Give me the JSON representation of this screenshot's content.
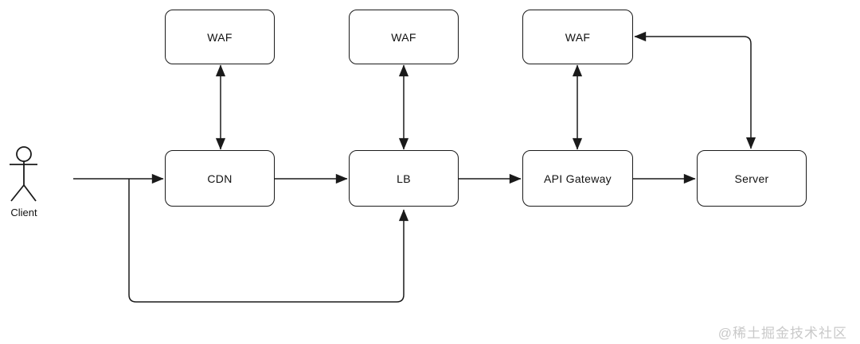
{
  "diagram": {
    "nodes": {
      "waf1": {
        "label": "WAF"
      },
      "waf2": {
        "label": "WAF"
      },
      "waf3": {
        "label": "WAF"
      },
      "cdn": {
        "label": "CDN"
      },
      "lb": {
        "label": "LB"
      },
      "api_gateway": {
        "label": "API Gateway"
      },
      "server": {
        "label": "Server"
      }
    },
    "actor": {
      "label": "Client"
    },
    "edges": [
      {
        "from": "Client",
        "to": "CDN",
        "direction": "one-way"
      },
      {
        "from": "Client",
        "to": "LB",
        "direction": "one-way",
        "route": "branch down, along bottom, up into LB"
      },
      {
        "from": "CDN",
        "to": "LB",
        "direction": "one-way"
      },
      {
        "from": "LB",
        "to": "API Gateway",
        "direction": "one-way"
      },
      {
        "from": "API Gateway",
        "to": "Server",
        "direction": "one-way"
      },
      {
        "from": "WAF",
        "to": "CDN",
        "direction": "two-way"
      },
      {
        "from": "WAF",
        "to": "LB",
        "direction": "two-way"
      },
      {
        "from": "WAF",
        "to": "API Gateway",
        "direction": "two-way"
      },
      {
        "from": "WAF",
        "to": "Server",
        "direction": "two-way",
        "route": "right then down over Server top"
      }
    ],
    "watermark": {
      "text": "@稀土掘金技术社区"
    },
    "colors": {
      "background": "#ffffff",
      "stroke": "#1a1a1a",
      "box_fill": "#ffffff",
      "watermark": "#c9c9c9"
    }
  }
}
